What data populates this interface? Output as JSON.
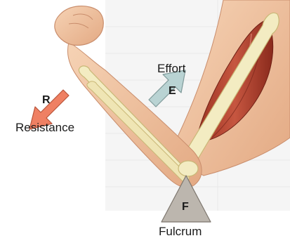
{
  "labels": {
    "effort": "Effort",
    "resistance": "Resistance",
    "fulcrum": "Fulcrum"
  },
  "marks": {
    "effort": "E",
    "resistance": "R",
    "fulcrum": "F"
  },
  "colors": {
    "background_table": "#ececec",
    "skin": "#f0c6a3",
    "skin_shade": "#d99b7a",
    "bone": "#f3ecc2",
    "bone_edge": "#c9b877",
    "muscle": "#b8432f",
    "muscle_dark": "#8c2c1e",
    "effort_arrow": "#b9d3d3",
    "resistance_arrow": "#ef8063",
    "fulcrum_triangle": "#bcb6ae"
  }
}
